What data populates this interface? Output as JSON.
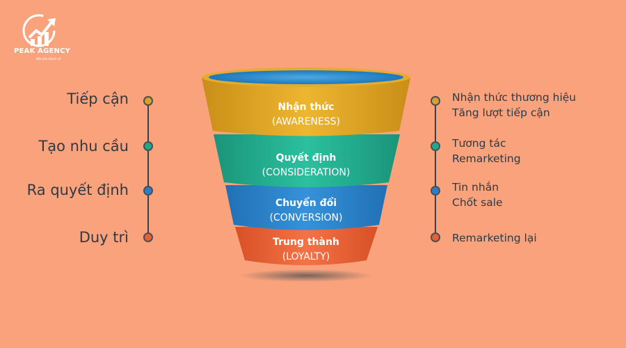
{
  "brand": {
    "name": "PEAK AGENCY",
    "tagline": "Đột phá doanh số"
  },
  "stages": [
    {
      "label": "Tiếp cận",
      "color": "#D7A12A"
    },
    {
      "label": "Tạo nhu cầu",
      "color": "#23A889"
    },
    {
      "label": "Ra quyết định",
      "color": "#2B7FC4"
    },
    {
      "label": "Duy trì",
      "color": "#E8603A"
    }
  ],
  "funnel": [
    {
      "title": "Nhận thức",
      "subtitle": "(AWARENESS)",
      "color": "#E6AE2A"
    },
    {
      "title": "Quyết định",
      "subtitle": "(CONSIDERATION)",
      "color": "#26B394"
    },
    {
      "title": "Chuyển đổi",
      "subtitle": "(CONVERSION)",
      "color": "#2E86CE"
    },
    {
      "title": "Trung thành",
      "subtitle": "(LOYALTY)",
      "color": "#EF6A3E"
    }
  ],
  "tactics": [
    {
      "lines": [
        "Nhận thức thương hiệu",
        "Tăng lượt tiếp cận"
      ]
    },
    {
      "lines": [
        "Tương tác",
        "Remarketing"
      ]
    },
    {
      "lines": [
        "Tin nhắn",
        "Chốt sale"
      ]
    },
    {
      "lines": [
        "Remarketing lại"
      ]
    }
  ]
}
